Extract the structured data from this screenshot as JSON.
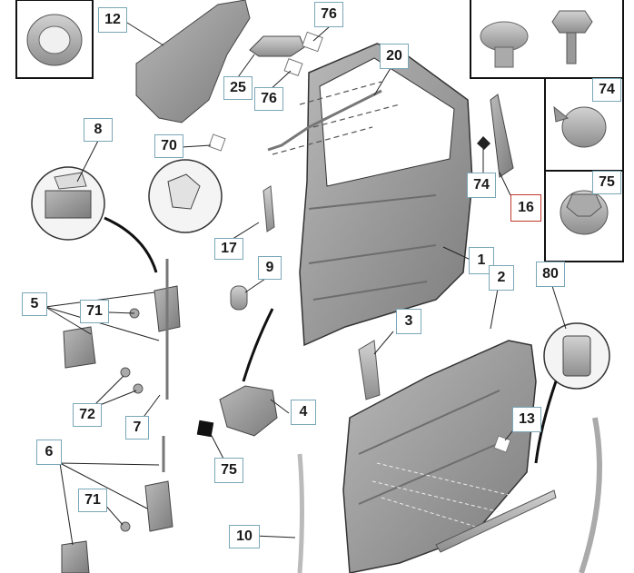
{
  "diagram": {
    "colors": {
      "callout_border": "#7aa7b8",
      "callout_border_highlight": "#c0392b",
      "part_gray": "#9a9a9a",
      "outline": "#111111"
    },
    "callouts": {
      "c1": "1",
      "c2": "2",
      "c3": "3",
      "c4": "4",
      "c5": "5",
      "c6": "6",
      "c7": "7",
      "c8": "8",
      "c9": "9",
      "c10": "10",
      "c12": "12",
      "c13": "13",
      "c16": "16",
      "c17": "17",
      "c20": "20",
      "c25": "25",
      "c70": "70",
      "c71a": "71",
      "c71b": "71",
      "c72": "72",
      "c74a": "74",
      "c74b": "74",
      "c75a": "75",
      "c75b": "75",
      "c76a": "76",
      "c76b": "76",
      "c80": "80"
    }
  }
}
